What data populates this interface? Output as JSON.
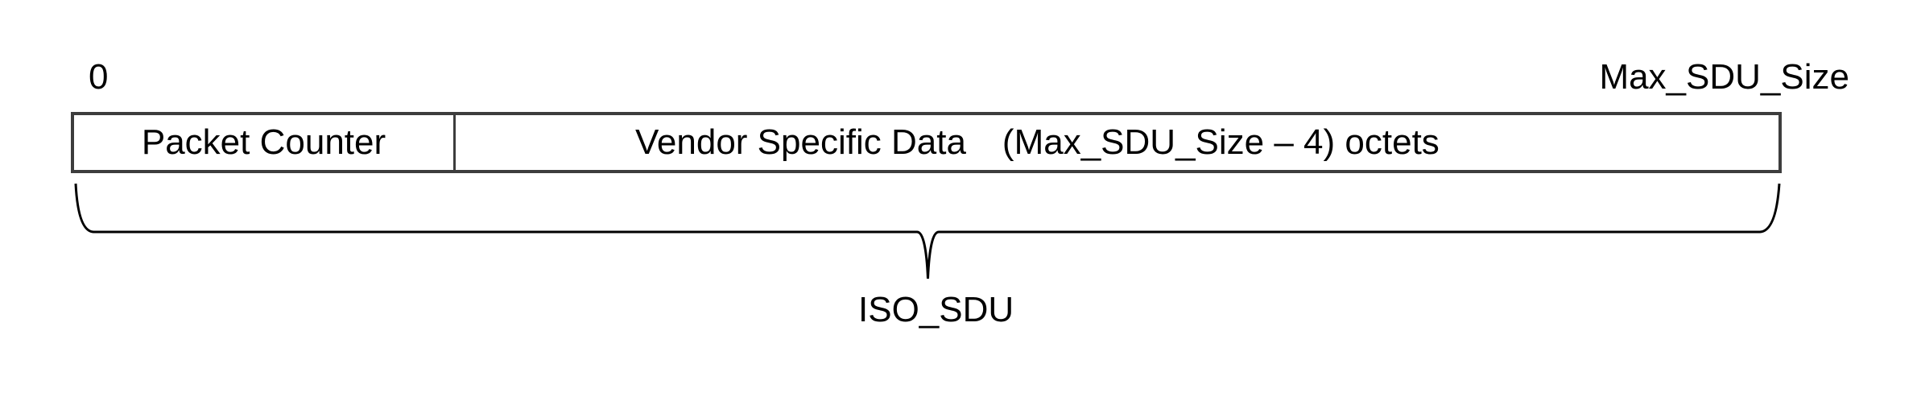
{
  "diagram": {
    "axis_labels": {
      "start": "0",
      "end": "Max_SDU_Size"
    },
    "packet": {
      "fields": [
        {
          "label": "Packet Counter"
        },
        {
          "label": "Vendor Specific Data",
          "size_note": "(Max_SDU_Size – 4) octets"
        }
      ]
    },
    "brace": {
      "label": "ISO_SDU"
    }
  },
  "colors": {
    "background": "#ffffff",
    "box_border": "#3d3d3d",
    "text": "#000000",
    "brace_stroke": "#000000"
  }
}
